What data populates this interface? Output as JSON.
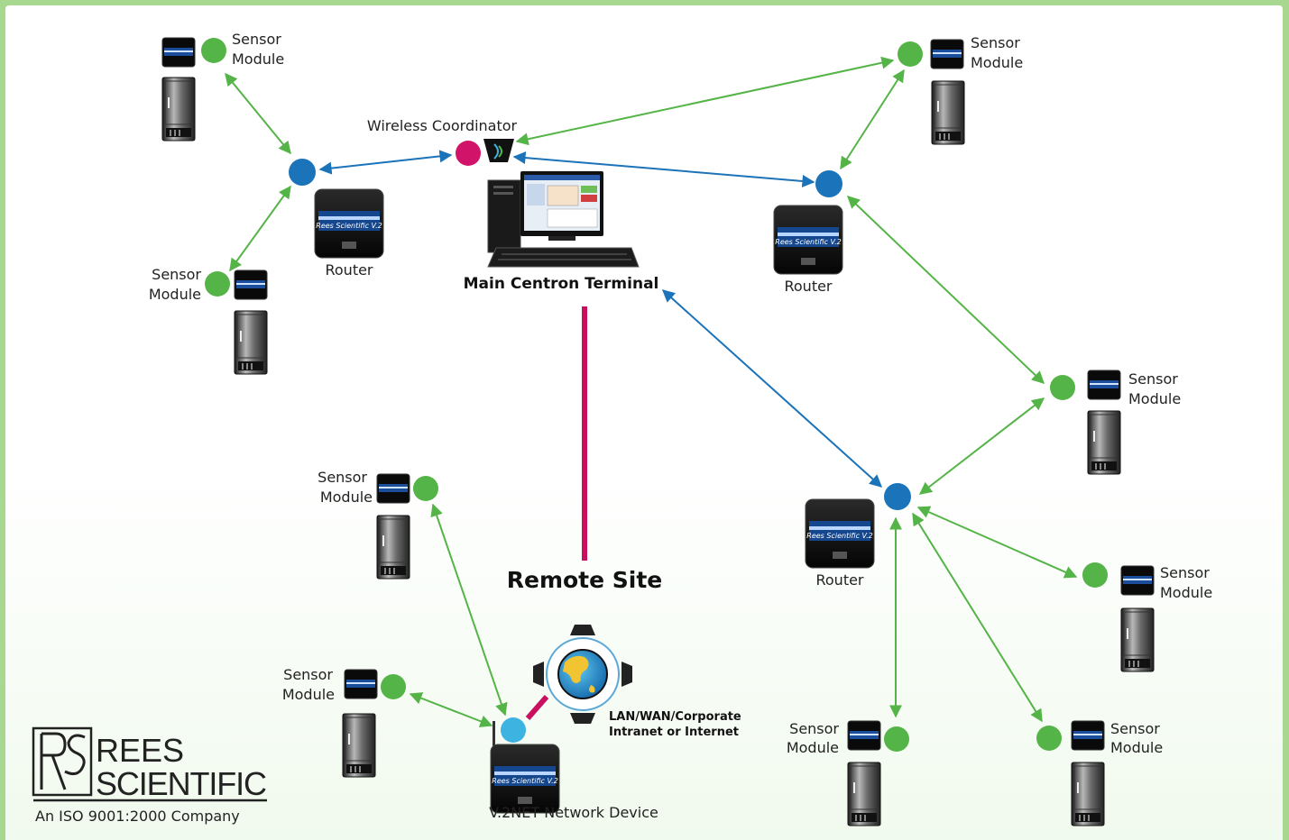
{
  "labels": {
    "sensor_line1": "Sensor",
    "sensor_line2": "Module",
    "router": "Router",
    "wireless_coordinator": "Wireless Coordinator",
    "main_terminal": "Main Centron Terminal",
    "remote_site": "Remote Site",
    "lan_line1": "LAN/WAN/Corporate",
    "lan_line2": "Intranet or Internet",
    "network_device": "V.2NET Network Device"
  },
  "logo": {
    "line1": "REES",
    "line2": "SCIENTIFIC",
    "tagline": "An ISO 9001:2000 Company"
  },
  "colors": {
    "background_border": "#a8d890",
    "sensor_node": "#55b447",
    "router_node": "#1b73b9",
    "coordinator_node": "#d1136a",
    "network_device_node": "#3cb3e0",
    "wired_link": "#c8105f"
  }
}
